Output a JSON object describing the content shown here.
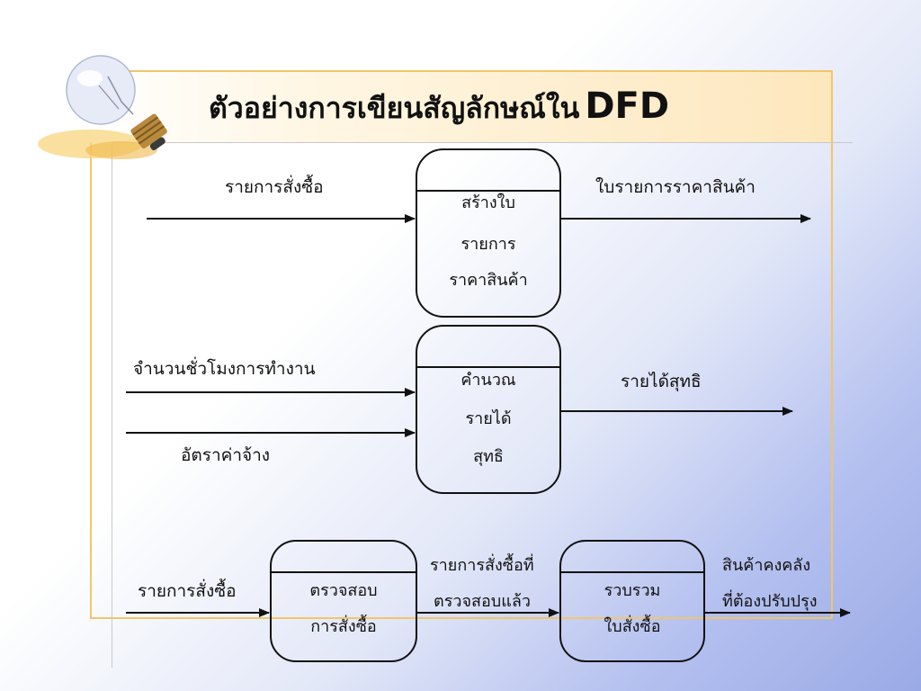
{
  "title": {
    "text": "ตัวอย่างการเขียนสัญลักษณ์ใน",
    "suffix": "DFD"
  },
  "row1": {
    "in_label": "รายการสั่งซื้อ",
    "process": [
      "สร้างใบ",
      "รายการ",
      "ราคาสินค้า"
    ],
    "out_label": "ใบรายการราคาสินค้า"
  },
  "row2": {
    "in_label_1": "จำนวนชั่วโมงการทำงาน",
    "in_label_2": "อัตราค่าจ้าง",
    "process": [
      "คำนวณ",
      "รายได้",
      "สุทธิ"
    ],
    "out_label": "รายได้สุทธิ"
  },
  "row3": {
    "in_label": "รายการสั่งซื้อ",
    "process_1": [
      "ตรวจสอบ",
      "การสั่งซื้อ"
    ],
    "mid_label": [
      "รายการสั่งซื้อที่",
      "ตรวจสอบแล้ว"
    ],
    "process_2": [
      "รวบรวม",
      "ใบสั่งซื้อ"
    ],
    "out_label": [
      "สินค้าคงคลัง",
      "ที่ต้องปรับปรุง"
    ]
  },
  "colors": {
    "frame": "#f1c66a",
    "band": "#fde7bd",
    "background_accent": "#9aaae6"
  }
}
